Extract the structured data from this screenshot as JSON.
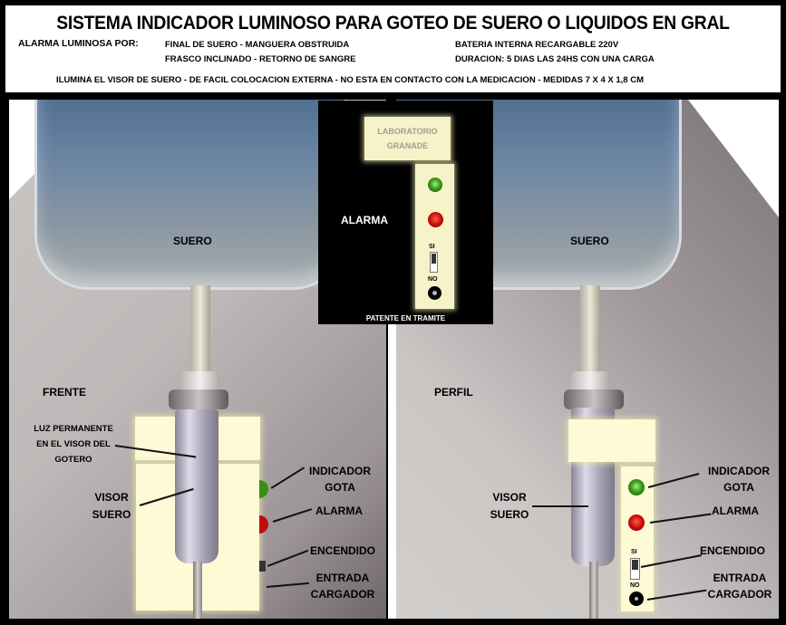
{
  "header": {
    "title": "SISTEMA INDICADOR LUMINOSO PARA GOTEO DE SUERO O LIQUIDOS EN GRAL",
    "alarm_label": "ALARMA LUMINOSA POR:",
    "alarm_line1": "FINAL DE SUERO - MANGUERA OBSTRUIDA",
    "alarm_line2": "FRASCO INCLINADO - RETORNO DE SANGRE",
    "battery": "BATERIA INTERNA RECARGABLE 220V",
    "duration": "DURACION: 5 DIAS LAS 24HS CON UNA CARGA",
    "features": "ILUMINA EL VISOR DE SUERO - DE FACIL COLOCACION EXTERNA - NO ESTA EN CONTACTO CON LA MEDICACION - MEDIDAS 7 X 4 X 1,8 CM"
  },
  "colors": {
    "device_body": "#fdfad5",
    "led_green": "#3c8e13",
    "led_red": "#c10c0c",
    "background": "#000000"
  },
  "center_panel": {
    "brand_line1": "LABORATORIO",
    "brand_line2": "GRANADE",
    "alarm_label": "ALARMA",
    "switch_on": "SI",
    "switch_off": "NO",
    "patent": "PATENTE EN TRAMITE"
  },
  "front_view": {
    "bag_label": "SUERO",
    "view_label": "FRENTE",
    "light_label_line1": "LUZ PERMANENTE",
    "light_label_line2": "EN EL VISOR DEL",
    "light_label_line3": "GOTERO",
    "visor_line1": "VISOR",
    "visor_line2": "SUERO",
    "indicator_line1": "INDICADOR",
    "indicator_line2": "GOTA",
    "alarm": "ALARMA",
    "power": "ENCENDIDO",
    "charger_line1": "ENTRADA",
    "charger_line2": "CARGADOR"
  },
  "side_view": {
    "bag_label": "SUERO",
    "view_label": "PERFIL",
    "visor_line1": "VISOR",
    "visor_line2": "SUERO",
    "indicator_line1": "INDICADOR",
    "indicator_line2": "GOTA",
    "alarm": "ALARMA",
    "power": "ENCENDIDO",
    "switch_on": "SI",
    "switch_off": "NO",
    "charger_line1": "ENTRADA",
    "charger_line2": "CARGADOR"
  }
}
